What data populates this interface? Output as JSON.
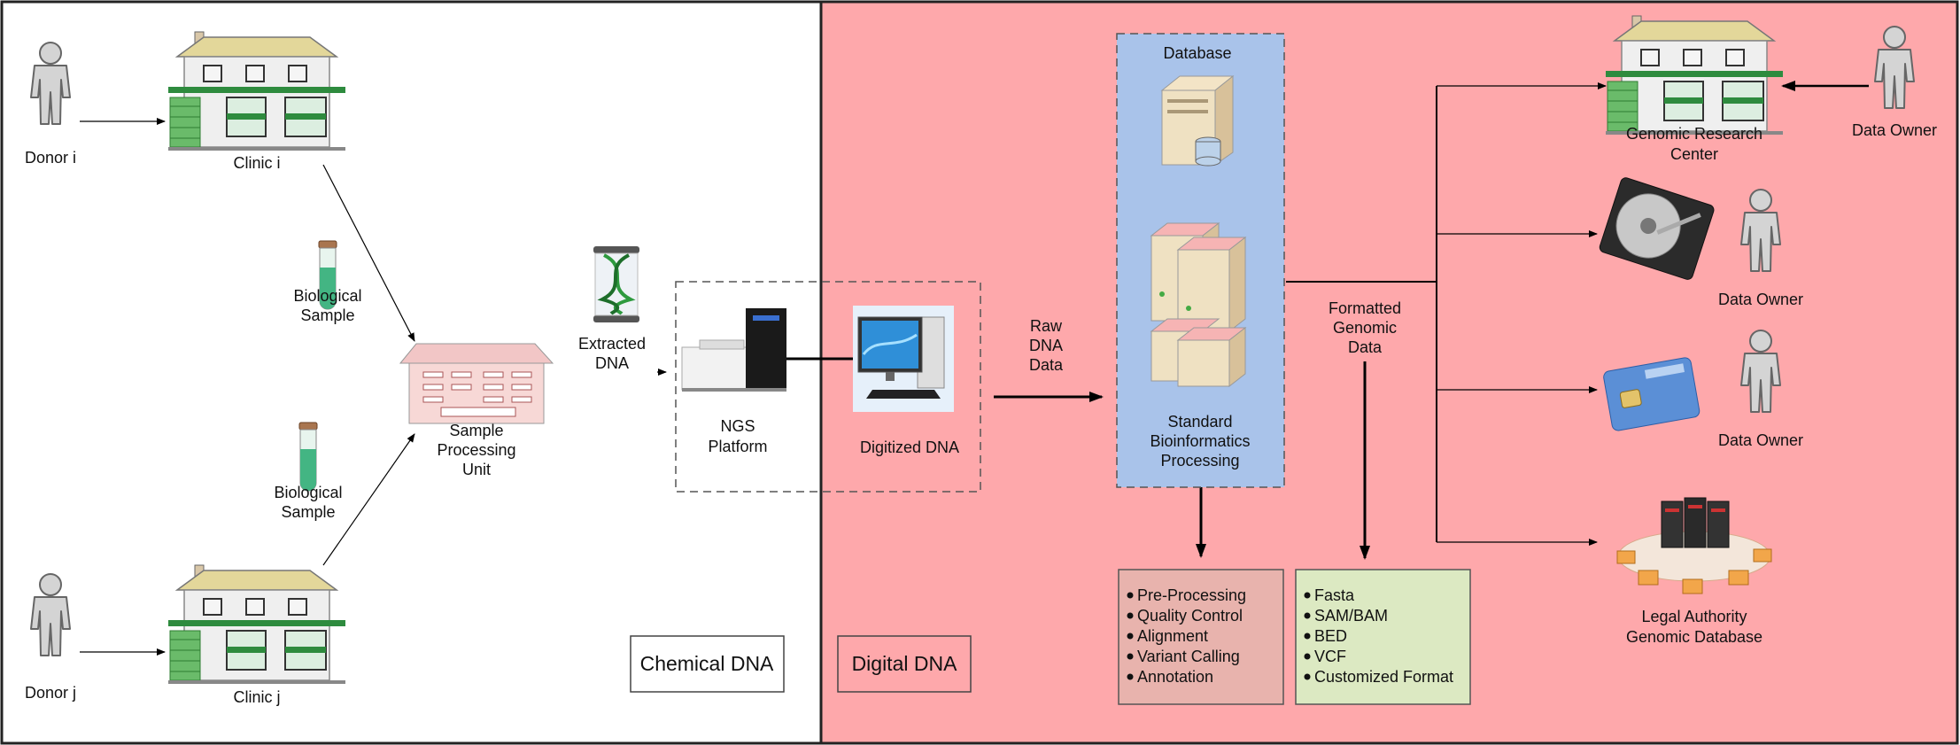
{
  "regions": {
    "chemical": "Chemical DNA",
    "digital": "Digital DNA"
  },
  "colors": {
    "digital_bg": "#fea8ab",
    "database_bg": "#a9c3ea",
    "processing_bg": "#e8b3ad",
    "formats_bg": "#dce9c2",
    "clinic_green": "#2e8b3e"
  },
  "nodes": {
    "donor_i": "Donor i",
    "donor_j": "Donor j",
    "clinic_i": "Clinic i",
    "clinic_j": "Clinic j",
    "biological_sample_1": [
      "Biological",
      "Sample"
    ],
    "biological_sample_2": [
      "Biological",
      "Sample"
    ],
    "sample_processing": [
      "Sample",
      "Processing",
      "Unit"
    ],
    "extracted_dna": [
      "Extracted",
      "DNA"
    ],
    "ngs_platform": [
      "NGS",
      "Platform"
    ],
    "digitized_dna": "Digitized DNA",
    "raw_dna_data": [
      "Raw",
      "DNA",
      "Data"
    ],
    "database": "Database",
    "standard_processing": [
      "Standard",
      "Bioinformatics",
      "Processing"
    ],
    "formatted_data": [
      "Formatted",
      "Genomic",
      "Data"
    ],
    "genomic_research_center": [
      "Genomic Research",
      "Center"
    ],
    "data_owner_1": "Data Owner",
    "data_owner_2": "Data Owner",
    "data_owner_3": "Data Owner",
    "legal_authority": [
      "Legal Authority",
      "Genomic Database"
    ]
  },
  "processing_steps": [
    "Pre-Processing",
    "Quality Control",
    "Alignment",
    "Variant Calling",
    "Annotation"
  ],
  "formats": [
    "Fasta",
    "SAM/BAM",
    "BED",
    "VCF",
    "Customized Format"
  ],
  "icons": [
    "person-icon",
    "clinic-building-icon",
    "test-tube-icon",
    "lab-building-icon",
    "dna-helix-icon",
    "sequencer-icon",
    "computer-icon",
    "server-icon",
    "hard-disk-icon",
    "smart-card-icon",
    "server-cluster-icon"
  ]
}
